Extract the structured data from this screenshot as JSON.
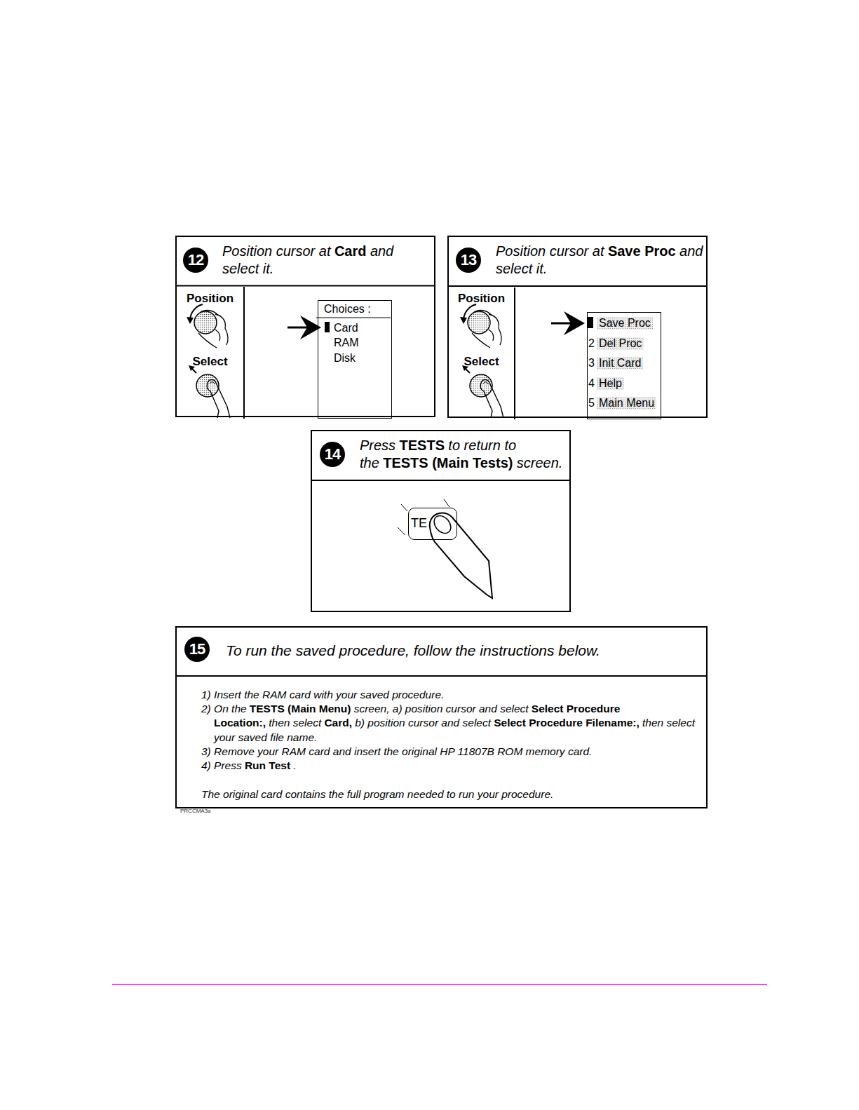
{
  "diagram": {
    "nodes": [
      {
        "text": [
          "Position cursor at",
          "Card",
          "and select it."
        ]
      },
      {
        "text": [
          "Position",
          "Select"
        ],
        "in": 0
      },
      {
        "text": [
          "Choices :",
          "Card",
          "RAM",
          "Disk"
        ],
        "in": 0
      },
      {
        "text": [
          "Position cursor at",
          "Save Proc",
          "and select it."
        ]
      },
      {
        "text": [
          "Position",
          "Select"
        ],
        "in": 3
      },
      {
        "text": [
          "Save Proc",
          "2",
          "Del Proc",
          "3",
          "Init Card",
          "4",
          "Help",
          "5",
          "Main Menu"
        ],
        "in": 3
      },
      {
        "text": [
          "Press",
          "TESTS",
          "to return to the",
          "TESTS (Main Tests)",
          "screen."
        ]
      },
      {
        "text": [
          "TE"
        ],
        "in": 6
      },
      {
        "text": [
          "To run the saved procedure, follow the instructions below.",
          "1) Insert the RAM card with your saved procedure.",
          "2) On the",
          "TESTS (Main Menu)",
          "screen, a) position cursor and select",
          "Select Procedure Location:,",
          "then select",
          "Card,",
          "b) position cursor and select",
          "Select Procedure Filename:,",
          "then select your saved file name.",
          "3) Remove your RAM card and insert the original HP 11807B ROM memory card.",
          "4) Press",
          "Run Test",
          ".",
          "The original card contains the full program needed to run your procedure."
        ]
      }
    ],
    "labels": [
      "12",
      "13",
      "14",
      "15",
      "PRCCMA3a"
    ]
  }
}
